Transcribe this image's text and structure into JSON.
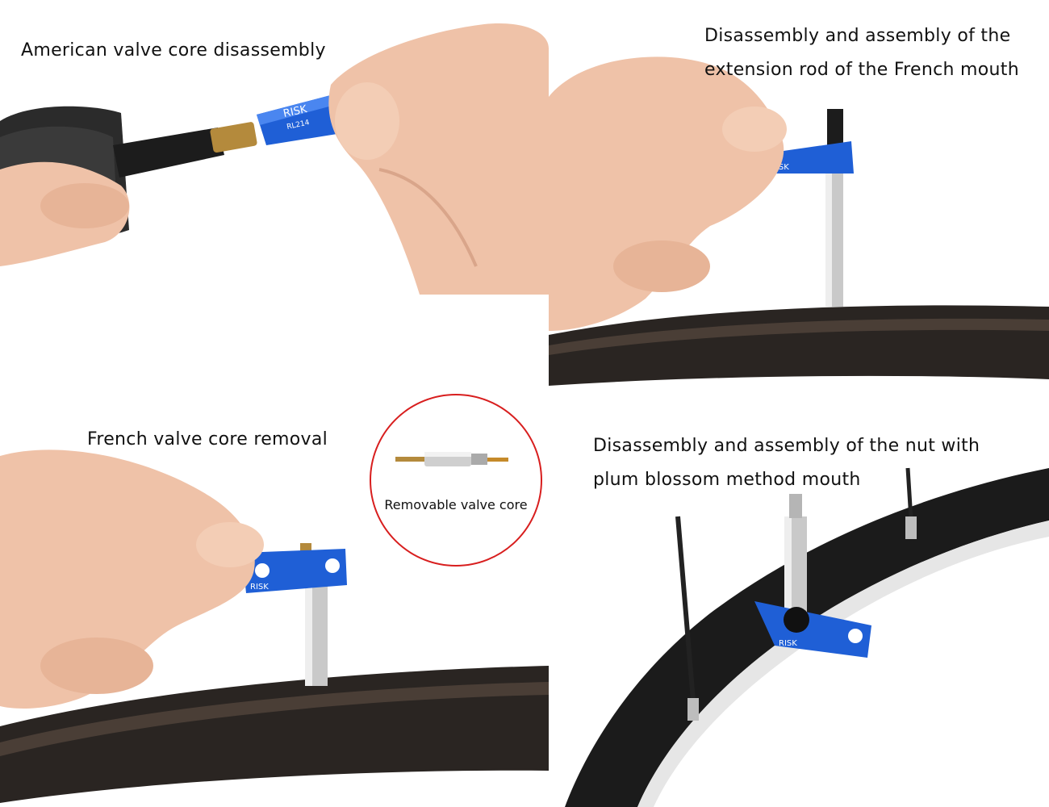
{
  "panels": {
    "top_left": {
      "caption": "American valve core disassembly"
    },
    "top_right": {
      "caption_line1": "Disassembly and assembly of the",
      "caption_line2": "extension rod of the French mouth"
    },
    "bottom_left": {
      "caption": "French valve core removal"
    },
    "bottom_right": {
      "caption_line1": "Disassembly and assembly of the nut with",
      "caption_line2": "plum blossom method mouth"
    }
  },
  "inset": {
    "label": "Removable valve core"
  },
  "tool": {
    "brand": "RISK",
    "model": "RL214",
    "color": "#1f5fd6"
  },
  "colors": {
    "skin": "#efc2a8",
    "tire": "#2a2522",
    "rim": "#1b1b1b",
    "accent_circle": "#d81e1e"
  }
}
